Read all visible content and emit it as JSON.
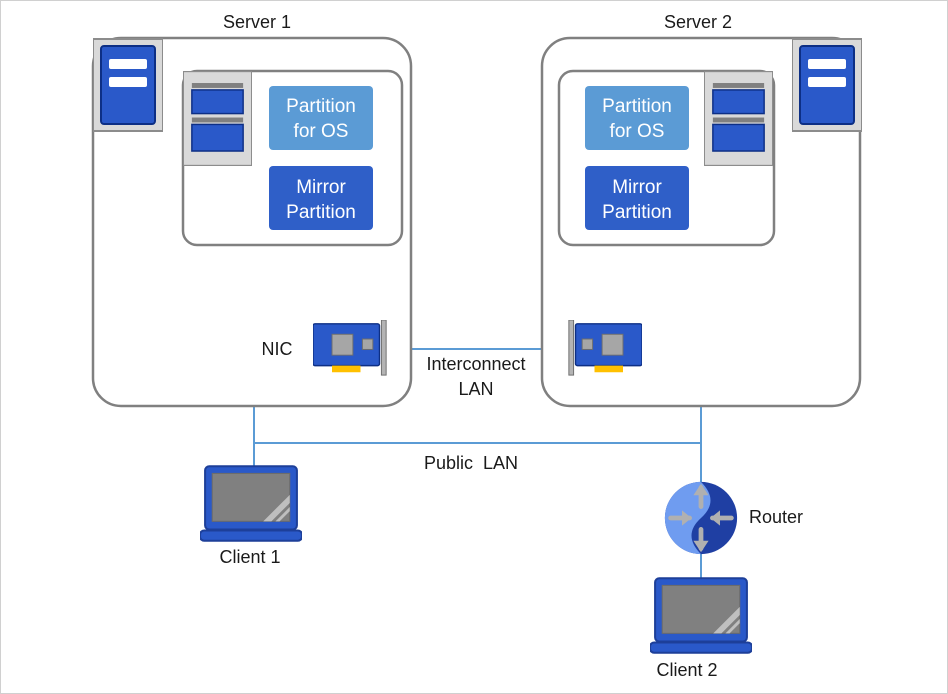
{
  "servers": [
    {
      "label": "Server 1"
    },
    {
      "label": "Server 2"
    }
  ],
  "partitions": {
    "os": [
      "Partition",
      "for OS"
    ],
    "mirror": [
      "Mirror",
      "Partition"
    ]
  },
  "nic_label": "NIC",
  "interconnect": [
    "Interconnect",
    "LAN"
  ],
  "public_lan": "Public  LAN",
  "router": "Router",
  "clients": [
    {
      "label": "Client 1"
    },
    {
      "label": "Client 2"
    }
  ],
  "colors": {
    "frame": "#808080",
    "cable": "#5b9bd5",
    "partition_os": "#5b9bd5",
    "partition_mirror": "#2f5fc8",
    "device_blue": "#2a59c9",
    "device_gray": "#d9d9d9",
    "nic_chip": "#a6a6a6",
    "nic_gold": "#ffc000"
  },
  "icons": [
    "server-icon",
    "disk-icon",
    "nic-card-icon",
    "router-icon",
    "laptop-icon"
  ]
}
